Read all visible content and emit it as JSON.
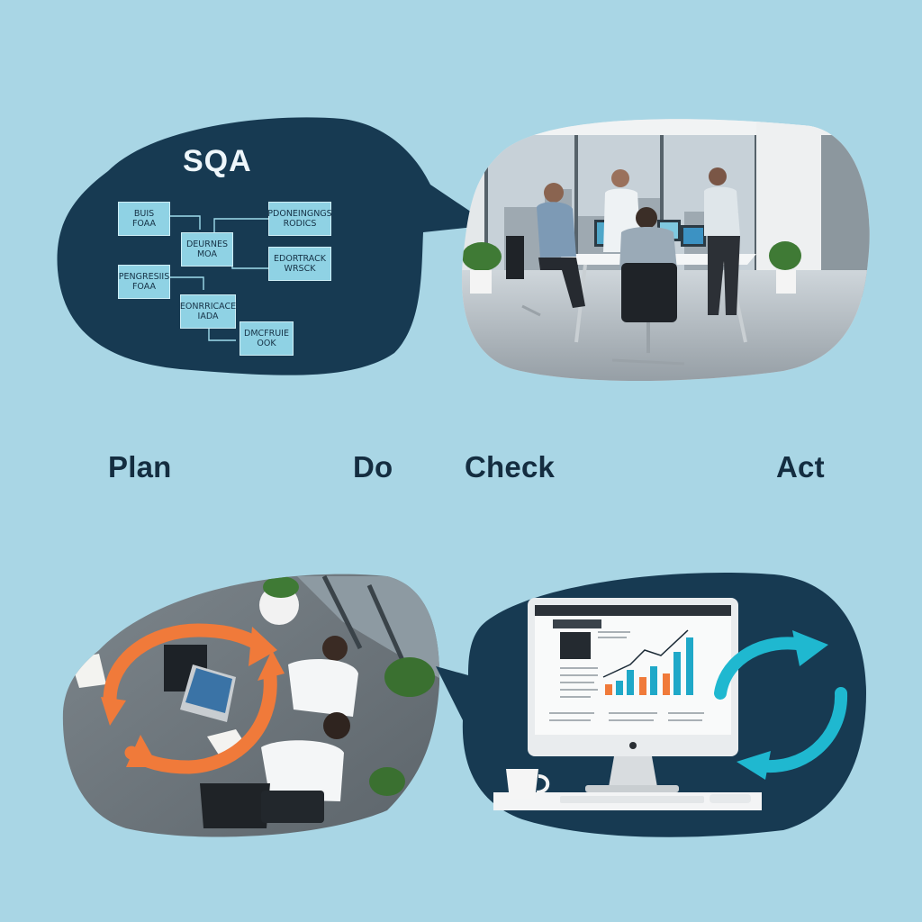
{
  "title": "SQA",
  "stages": {
    "plan": "Plan",
    "do": "Do",
    "check": "Check",
    "act": "Act"
  },
  "flowchart": {
    "boxes": [
      {
        "line1": "BUIS",
        "line2": "FOAA"
      },
      {
        "line1": "PENGRESIIS",
        "line2": "FOAA"
      },
      {
        "line1": "DEURNES",
        "line2": "MOA"
      },
      {
        "line1": "PDONEINGNGS",
        "line2": "RODICS"
      },
      {
        "line1": "EDORTRACK",
        "line2": "WRSCK"
      },
      {
        "line1": "EONRRICACE",
        "line2": "IADA"
      },
      {
        "line1": "DMCFRUIE",
        "line2": "OOK"
      }
    ]
  },
  "colors": {
    "background": "#a9d6e5",
    "bubble": "#173a52",
    "flow_box": "#8fd2e4",
    "label": "#142d40",
    "cycle_orange": "#f07a3a",
    "cycle_teal": "#1fb8d0"
  }
}
